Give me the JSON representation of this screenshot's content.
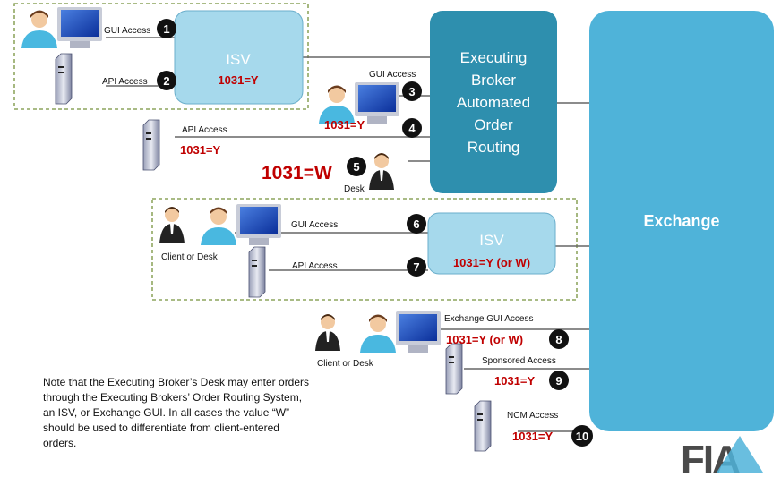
{
  "boxes": {
    "isv_top": {
      "title": "ISV",
      "code": "1031=Y"
    },
    "broker": {
      "line1": "Executing",
      "line2": "Broker",
      "line3": "Automated",
      "line4": "Order",
      "line5": "Routing"
    },
    "exchange": {
      "title": "Exchange"
    },
    "isv_mid": {
      "title": "ISV",
      "code": "1031=Y (or W)"
    }
  },
  "labels": {
    "gui_access": "GUI Access",
    "api_access": "API Access",
    "desk": "Desk",
    "client_or_desk": "Client or Desk",
    "exchange_gui_access": "Exchange GUI Access",
    "sponsored_access": "Sponsored Access",
    "ncm_access": "NCM Access"
  },
  "codes": {
    "c3": "1031=Y",
    "c4": "1031=Y",
    "c5": "1031=W",
    "c8": "1031=Y (or W)",
    "c9": "1031=Y",
    "c10": "1031=Y"
  },
  "numbers": [
    "1",
    "2",
    "3",
    "4",
    "5",
    "6",
    "7",
    "8",
    "9",
    "10"
  ],
  "note": "Note that the Executing Broker’s Desk may enter orders through the Executing Brokers’ Order Routing System, an ISV, or Exchange GUI.  In all cases the value “W” should be used to differentiate from client-entered orders.",
  "logo": "FIA",
  "colors": {
    "isv_fill": "#a6d9ec",
    "broker_fill": "#2e8fae",
    "exchange_fill": "#4fb3d9",
    "code_red": "#c00000",
    "dash_green": "#76923c"
  }
}
